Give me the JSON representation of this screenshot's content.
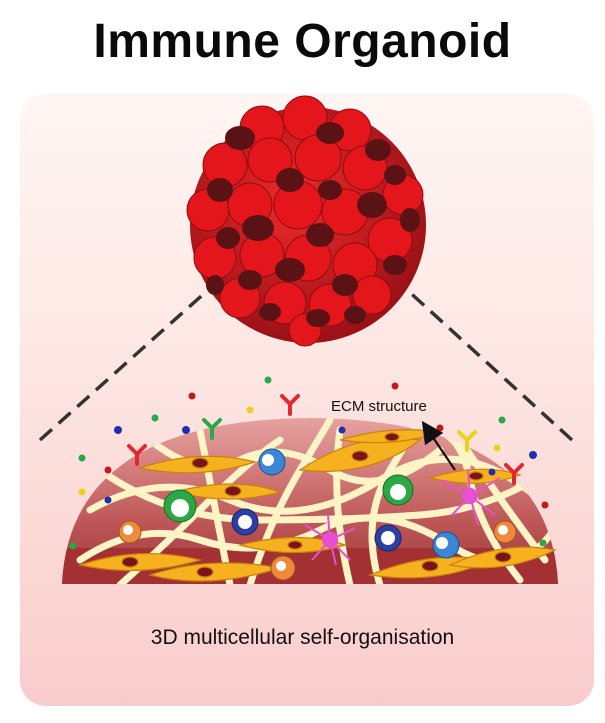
{
  "title": "Immune Organoid",
  "labels": {
    "ecm": "ECM structure",
    "caption": "3D multicellular self-organisation"
  },
  "colors": {
    "organoid_red": "#e4161b",
    "organoid_dark": "#5a1214",
    "ecm_fiber": "#fff4c6",
    "stromal_cell": "#f6b21e",
    "dome_base": "#b4474a",
    "nerve_cell": "#e84fd4"
  },
  "icons": [
    "organoid-sphere",
    "ecm-dome",
    "stromal-cell",
    "immune-cell",
    "antibody",
    "cytokine-dot",
    "nerve-cell"
  ]
}
